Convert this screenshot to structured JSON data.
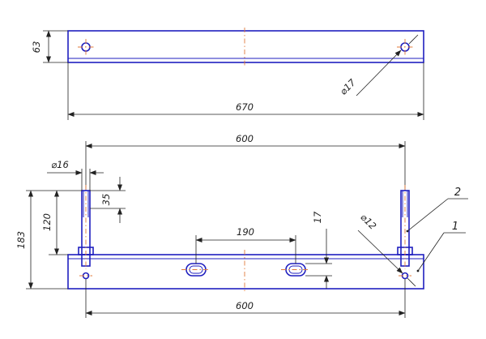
{
  "colors": {
    "part": "#1f1fbf",
    "dimension": "#222222",
    "centerline": "#e07a3a",
    "background": "#ffffff"
  },
  "top_view": {
    "height_label": "63",
    "length_label": "670",
    "hole_label": "⌀17"
  },
  "front_view": {
    "top_width_label": "600",
    "bolt_diameter_label": "⌀16",
    "thread_label": "35",
    "bolt_height_label": "120",
    "total_height_label": "183",
    "slot_spacing_label": "190",
    "slot_width_label": "17",
    "hole_label": "⌀12",
    "bottom_width_label": "600",
    "callout_1": "1",
    "callout_2": "2"
  }
}
